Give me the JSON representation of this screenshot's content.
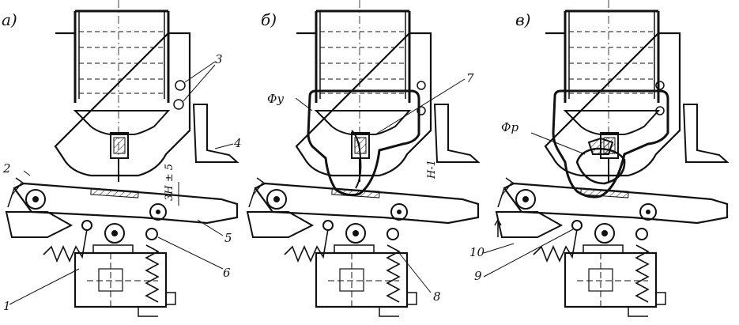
{
  "panels": [
    {
      "id": "a",
      "label": "а)"
    },
    {
      "id": "b",
      "label": "б)"
    },
    {
      "id": "c",
      "label": "в)"
    }
  ],
  "callouts": [
    "1",
    "2",
    "3",
    "4",
    "5",
    "6",
    "7",
    "8",
    "9",
    "10"
  ],
  "flux_labels": {
    "useful": "Фу",
    "dissipative": "Фр"
  },
  "dimensions": {
    "gap_a": "3Н ± 5",
    "gap_b": "Н-1"
  },
  "colors": {
    "ink": "#111111",
    "paper": "#ffffff",
    "hatch": "#333333"
  }
}
